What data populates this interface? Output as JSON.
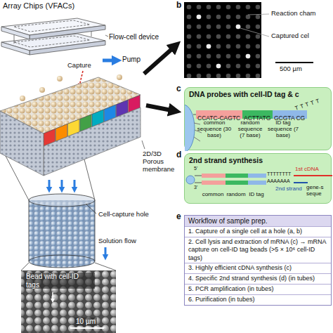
{
  "diagram": {
    "nodes": [
      {
        "text": [
          "DNA probes with cell-ID tag & c"
        ]
      },
      {
        "text": [
          "CCATC-CAGTC"
        ],
        "in": 0
      },
      {
        "text": [
          "ACTTATG"
        ],
        "in": 0
      },
      {
        "text": [
          "GCGTA CG"
        ],
        "in": 0
      },
      {
        "text": [
          "2nd strand synthesis"
        ]
      },
      {
        "text": [
          "Workflow of sample prep."
        ]
      },
      {
        "text": [
          "1. Capture of a single cell at a hole (a, b)"
        ],
        "in": 5
      },
      {
        "text": [
          "2. Cell lysis and extraction of mRNA (c) → mRNA capture on cell-ID tag beads (>5 × 10⁶ cell-ID tags)"
        ],
        "in": 5
      },
      {
        "text": [
          "3. Highly efficient cDNA synthesis (c)"
        ],
        "in": 5
      },
      {
        "text": [
          "4. Specific 2nd strand synthesis (d) (in tubes)"
        ],
        "in": 5
      },
      {
        "text": [
          "5. PCR amplification (in tubes)"
        ],
        "in": 5
      },
      {
        "text": [
          "6. Purification (in tubes)"
        ],
        "in": 5
      }
    ],
    "labels": [
      "Array Chips (VFACs)",
      "Flow-cell device",
      "Pump",
      "Capture",
      "2D/3D Porous membrane",
      "Cell-capture hole",
      "Solution flow",
      "Bead with cell-ID tags",
      "10 µm",
      "b",
      "Reaction cham",
      "Captured cel",
      "500 µm",
      "c",
      "T T T T T",
      "common sequence (30 base)",
      "random sequence (7 base)",
      "ID tag sequence (7 base)",
      "d",
      "5'",
      "3'",
      "TTTTTTTT",
      "AAAAAAA",
      "1st cDNA",
      "2nd strand",
      "gene-s seque",
      "common",
      "random",
      "ID tag",
      "e"
    ]
  }
}
